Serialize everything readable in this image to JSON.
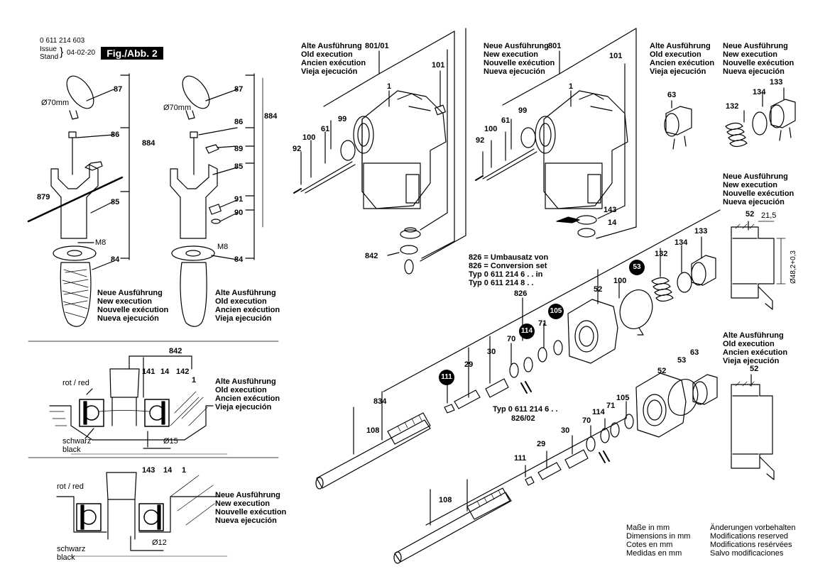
{
  "header": {
    "part_number": "0 611 214 603",
    "issue_label_1": "Issue",
    "issue_label_2": "Stand",
    "date": "04-02-20",
    "figure_label": "Fig./Abb. 2"
  },
  "execution_labels": {
    "old_801_01": [
      "Alte Ausführung",
      "Old execution",
      "Ancien exécution",
      "Vieja ejecución"
    ],
    "new_801": [
      "Neue Ausführung",
      "New execution",
      "Nouvelle exécution",
      "Nueva ejecución"
    ],
    "old_63": [
      "Alte Ausführung",
      "Old execution",
      "Ancien exécution",
      "Vieja ejecución"
    ],
    "new_134": [
      "Neue Ausführung",
      "New execution",
      "Nouvelle exécution",
      "Nueva ejecución"
    ],
    "new_52_dims": [
      "Neue Ausführung",
      "New execution",
      "Nouvelle exécution",
      "Nueva ejecución"
    ],
    "old_52_profile": [
      "Alte Ausführung",
      "Old execution",
      "Ancien exécution",
      "Vieja ejecución"
    ],
    "handle_new": [
      "Neue Ausführung",
      "New execution",
      "Nouvelle exécution",
      "Nueva ejecución"
    ],
    "handle_old": [
      "Alte Ausführung",
      "Old execution",
      "Ancien exécution",
      "Vieja ejecución"
    ],
    "bearing_old": [
      "Alte Ausführung",
      "Old execution",
      "Ancien exécution",
      "Vieja ejecución"
    ],
    "bearing_new": [
      "Neue Ausführung",
      "New execution",
      "Nouvelle exécution",
      "Nueva ejecución"
    ]
  },
  "conversion_set": [
    "826 = Umbausatz von",
    "826 = Conversion set",
    "Typ 0 611 214 6 . . in",
    "Typ 0 611 214 8 . ."
  ],
  "type_826_02": [
    "Typ 0 611 214 6 . .",
    "826/02"
  ],
  "footer": {
    "dimensions": [
      "Maße in mm",
      "Dimensions in mm",
      "Cotes en mm",
      "Medidas en mm"
    ],
    "modifications": [
      "Änderungen vorbehalten",
      "Modifications reserved",
      "Modifications resérvées",
      "Salvo modificaciones"
    ]
  },
  "bearing_labels": {
    "rot_red": "rot / red",
    "schwarz": "schwarz",
    "black": "black",
    "d15": "Ø15",
    "d12": "Ø12"
  },
  "handle_labels": {
    "d70": "Ø70mm",
    "m8": "M8"
  },
  "dimension_labels": {
    "d21_5": "21,5",
    "d48": "Ø48,2+0,3"
  },
  "part_numbers": {
    "h1_87": "87",
    "h1_86": "86",
    "h1_884": "884",
    "h1_879": "879",
    "h1_85": "85",
    "h1_84": "84",
    "h2_87": "87",
    "h2_86": "86",
    "h2_884": "884",
    "h2_89": "89",
    "h2_85": "85",
    "h2_91": "91",
    "h2_90": "90",
    "h2_84": "84",
    "b1_842": "842",
    "b1_141": "141",
    "b1_14": "14",
    "b1_142": "142",
    "b1_1": "1",
    "b2_143": "143",
    "b2_14": "14",
    "b2_1": "1",
    "m1_801_01": "801/01",
    "m1_101": "101",
    "m1_1": "1",
    "m1_99": "99",
    "m1_61": "61",
    "m1_100": "100",
    "m1_92": "92",
    "m1_842": "842",
    "m2_801": "801",
    "m2_101": "101",
    "m2_1": "1",
    "m2_99": "99",
    "m2_61": "61",
    "m2_100": "100",
    "m2_92": "92",
    "m2_143": "143",
    "m2_14": "14",
    "p_63": "63",
    "p_134": "134",
    "p_133": "133",
    "p_132": "132",
    "d_52": "52",
    "c_826": "826",
    "c_834": "834",
    "c_108": "108",
    "c_29": "29",
    "c_30": "30",
    "c_70": "70",
    "c_71": "71",
    "c_52": "52",
    "c_100": "100",
    "c_132": "132",
    "c_134": "134",
    "c_133": "133",
    "c_111": "111",
    "c_114": "114",
    "c_105": "105",
    "c_53": "53",
    "l_111": "111",
    "l_29": "29",
    "l_30": "30",
    "l_70": "70",
    "l_114": "114",
    "l_71": "71",
    "l_105": "105",
    "l_108": "108",
    "l_52": "52",
    "l_53": "53",
    "l_63": "63",
    "r_52": "52"
  }
}
